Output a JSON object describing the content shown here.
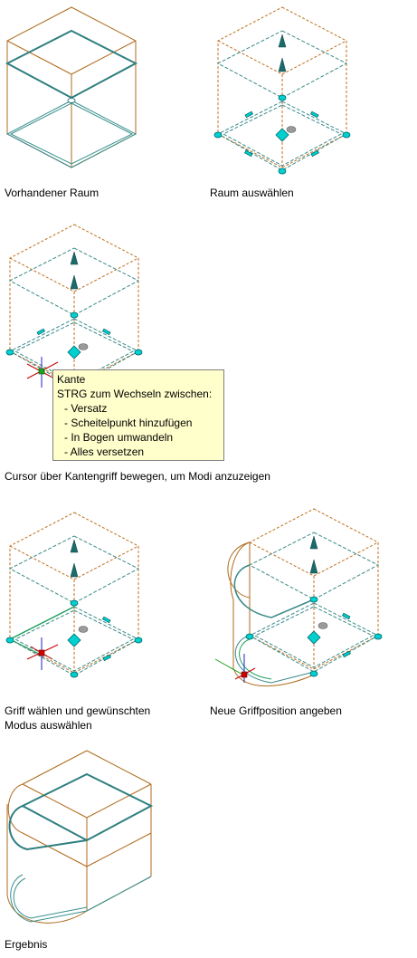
{
  "captions": {
    "fig1": "Vorhandener Raum",
    "fig2": "Raum auswählen",
    "fig3": "Cursor über Kantengriff bewegen, um Modi anzuzeigen",
    "fig4_line1": "Griff wählen und gewünschten",
    "fig4_line2": "Modus auswählen",
    "fig5": "Neue Griffposition angeben",
    "fig6": "Ergebnis"
  },
  "tooltip": {
    "title": "Kante",
    "instruction": "STRG zum Wechseln zwischen:",
    "options": [
      "- Versatz",
      "- Scheitelpunkt hinzufügen",
      "- In Bogen umwandeln",
      "- Alles versetzen"
    ]
  },
  "colors": {
    "box_outline": "#b06a1c",
    "space_outline": "#3a8a8a",
    "grip_fill": "#00d0d0",
    "tooltip_bg": "#ffffcc",
    "cursor_red": "#cc0000",
    "cursor_blue": "#2020c0",
    "cursor_green": "#20a020"
  }
}
